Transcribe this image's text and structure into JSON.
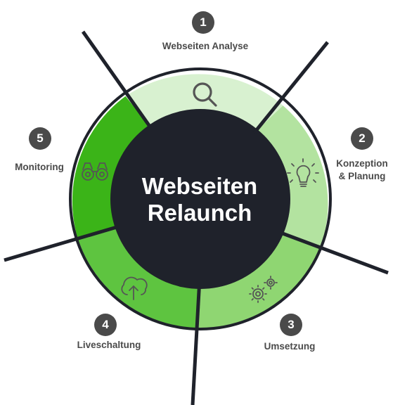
{
  "center": {
    "line1": "Webseiten",
    "line2": "Relaunch"
  },
  "steps": [
    {
      "number": "1",
      "label": "Webseiten Analyse",
      "color": "#d8f1d0",
      "icon": "search-icon"
    },
    {
      "number": "2",
      "label": "Konzeption\n& Planung",
      "color": "#b3e3a0",
      "icon": "lightbulb-icon"
    },
    {
      "number": "3",
      "label": "Umsetzung",
      "color": "#8fd672",
      "icon": "gears-icon"
    },
    {
      "number": "4",
      "label": "Liveschaltung",
      "color": "#5ec440",
      "icon": "cloud-upload-icon"
    },
    {
      "number": "5",
      "label": "Monitoring",
      "color": "#3bb418",
      "icon": "binoculars-icon"
    }
  ],
  "colors": {
    "hub": "#1f222b",
    "divider": "#1f222b",
    "badge": "#4a4a4a",
    "label": "#4a4a4a",
    "icon": "#555555"
  }
}
